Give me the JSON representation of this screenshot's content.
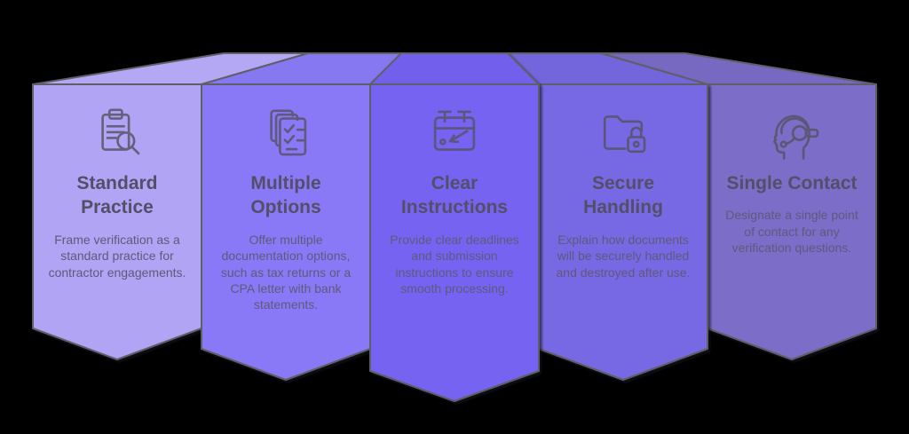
{
  "background": "#000000",
  "outline_color": "#5e5e68",
  "title_color": "#544f68",
  "body_color": "#5f597a",
  "icon_color": "#575263",
  "banners": [
    {
      "title": "Standard Practice",
      "description": "Frame verification as a standard practice for contractor engagements.",
      "icon": "clipboard-search-icon",
      "front_color": "#b1a4f4",
      "top_color": "#b4a8f4"
    },
    {
      "title": "Multiple Options",
      "description": "Offer multiple documentation options, such as tax returns or a CPA letter with bank statements.",
      "icon": "documents-checklist-icon",
      "front_color": "#8a79f6",
      "top_color": "#8678f0"
    },
    {
      "title": "Clear Instructions",
      "description": "Provide clear deadlines and submission instructions to ensure smooth processing.",
      "icon": "calendar-deadline-icon",
      "front_color": "#7663f2",
      "top_color": "#7260ec"
    },
    {
      "title": "Secure Handling",
      "description": "Explain how documents will be securely handled and destroyed after use.",
      "icon": "folder-lock-icon",
      "front_color": "#7767e3",
      "top_color": "#7365dc"
    },
    {
      "title": "Single Contact",
      "description": "Designate a single point of contact for any verification questions.",
      "icon": "headset-person-icon",
      "front_color": "#7b6dc9",
      "top_color": "#7769c2"
    }
  ]
}
